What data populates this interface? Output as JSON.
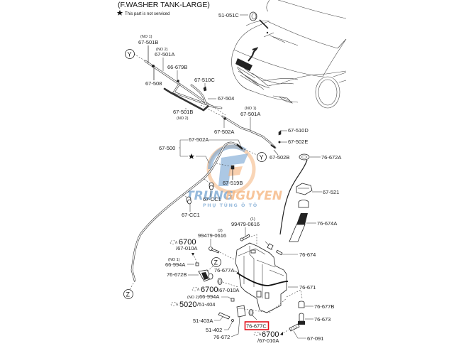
{
  "header": {
    "title": "(F.WASHER TANK-LARGE)",
    "note_icon": "star-icon",
    "note": "This part is not serviced"
  },
  "callouts": {
    "y": "Y",
    "z": "Z"
  },
  "labels": {
    "p51_051C": "51-051C",
    "no1_a": "(NO 1)",
    "p67_501B_top": "67-501B",
    "no2_a": "(NO 2)",
    "p67_501A_top": "67-501A",
    "p66_679B": "66-679B",
    "p67_508": "67-508",
    "p67_510C": "67-510C",
    "p67_504": "67-504",
    "p67_501B_bottom": "67-501B",
    "no2_b": "(NO 2)",
    "no1_b": "(NO 1)",
    "p67_501A_bottom": "67-501A",
    "p67_502A_a": "67-502A",
    "p67_510D": "67-510D",
    "p67_502E": "67-502E",
    "p67_500": "67-500",
    "p67_502A_b": "67-502A",
    "p67_502B": "67-502B",
    "p76_672A": "76-672A",
    "p67_519B": "67-519B",
    "p67_CC1_a": "67-CC1",
    "p67_CC1_b": "67-CC1",
    "p67_521": "67-521",
    "qty1": "(1)",
    "p99479_0616_a": "99479-0616",
    "p76_674A": "76-674A",
    "qty2": "(2)",
    "p99479_0616_b": "99479-0616",
    "ref6700_a": "6700",
    "ref67_010A_a": "/67-010A",
    "no1_c": "(NO 1)",
    "p66_994A_a": "66-994A",
    "p76_674": "76-674",
    "p76_677A": "76-677A",
    "p76_672B": "76-672B",
    "p76_671": "76-671",
    "ref6700_b": "6700",
    "ref67_010A_b": "/67-010A",
    "no2_c": "(NO 2)",
    "p66_994A_b": "66-994A",
    "ref5020": "5020",
    "ref51_404": "/51-404",
    "p76_677B": "76-677B",
    "p51_403A": "51-403A",
    "p76_673": "76-673",
    "p51_402": "51-402",
    "p76_677C": "76-677C",
    "p76_672": "76-672",
    "ref6700_c": "6700",
    "ref67_010A_c": "/67-010A",
    "p67_091": "67-091"
  },
  "highlight": {
    "part": "76-677C",
    "color": "#e3101a"
  },
  "watermark": {
    "brand_part1": "TRUNG",
    "brand_part2": "NGUYEN",
    "tagline": "PHỤ TÙNG Ô TÔ",
    "blue": "#5b93c9",
    "orange": "#f3a463"
  }
}
